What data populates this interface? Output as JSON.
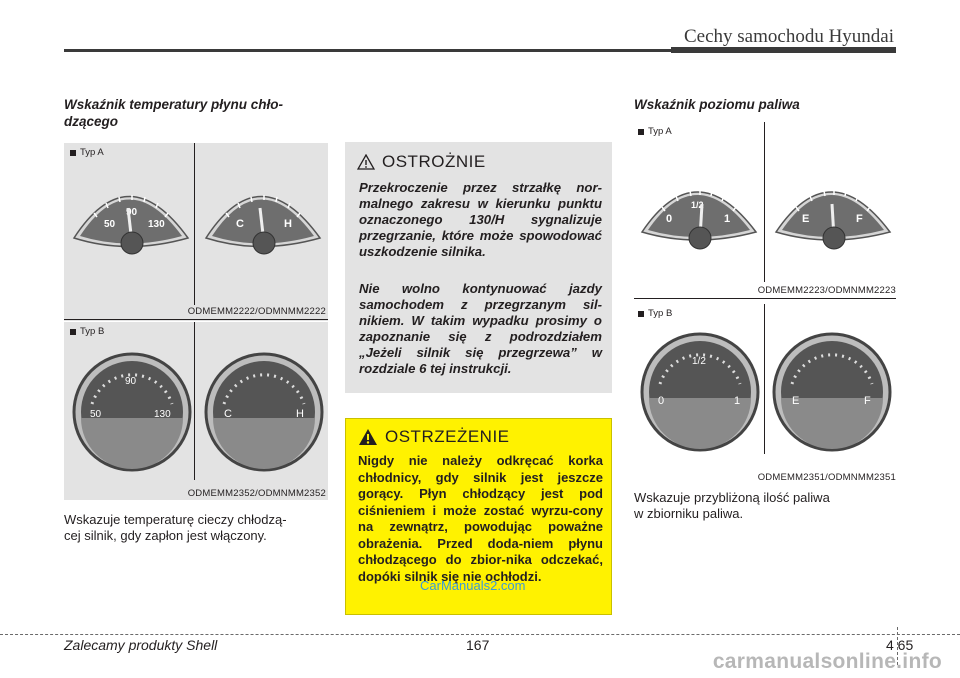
{
  "header": {
    "title": "Cechy samochodu Hyundai"
  },
  "left": {
    "title": "Wskaźnik temperatury płynu chło-\ndzącego",
    "typeA": {
      "label": "Typ A",
      "code": "ODMEMM2222/ODMNMM2222",
      "g1": {
        "low": "50",
        "mid": "90",
        "high": "130"
      },
      "g2": {
        "low": "C",
        "high": "H"
      }
    },
    "typeB": {
      "label": "Typ B",
      "code": "ODMEMM2352/ODMNMM2352",
      "g1": {
        "low": "50",
        "mid": "90",
        "high": "130"
      },
      "g2": {
        "low": "C",
        "high": "H"
      }
    },
    "text": "Wskazuje temperaturę cieczy chłodzą-\ncej silnik, gdy zapłon jest włączony."
  },
  "caution": {
    "title": "OSTROŻNIE",
    "p1": "Przekroczenie przez strzałkę nor-malnego zakresu w kierunku punktu oznaczonego 130/H sygnalizuje przegrzanie, które może spowodować uszkodzenie silnika.",
    "p2": "Nie wolno kontynuować jazdy samochodem z przegrzanym sil-nikiem. W takim wypadku prosimy o zapoznanie się z podrozdziałem „Jeżeli silnik się przegrzewa” w rozdziale 6 tej instrukcji."
  },
  "warning": {
    "title": "OSTRZEŻENIE",
    "text": "Nigdy nie należy odkręcać korka chłodnicy, gdy silnik jest jeszcze gorący. Płyn chłodzący jest pod ciśnieniem i może zostać wyrzu-cony na zewnątrz, powodując poważne obrażenia. Przed doda-niem płynu chłodzącego do zbior-nika odczekać, dopóki silnik się nie ochłodzi."
  },
  "right": {
    "title": "Wskaźnik poziomu paliwa",
    "typeA": {
      "label": "Typ A",
      "code": "ODMEMM2223/ODMNMM2223",
      "g1": {
        "low": "0",
        "mid": "1/2",
        "high": "1"
      },
      "g2": {
        "low": "E",
        "high": "F"
      }
    },
    "typeB": {
      "label": "Typ B",
      "code": "ODMEMM2351/ODMNMM2351",
      "g1": {
        "low": "0",
        "mid": "1/2",
        "high": "1"
      },
      "g2": {
        "low": "E",
        "high": "F"
      }
    },
    "text": "Wskazuje przybliżoną ilość paliwa\nw zbiorniku paliwa."
  },
  "footer": {
    "left": "Zalecamy produkty Shell",
    "center": "167",
    "right": "4 65"
  },
  "watermarks": {
    "site": "CarManuals2.com",
    "bottom": "carmanualsonline.info"
  }
}
